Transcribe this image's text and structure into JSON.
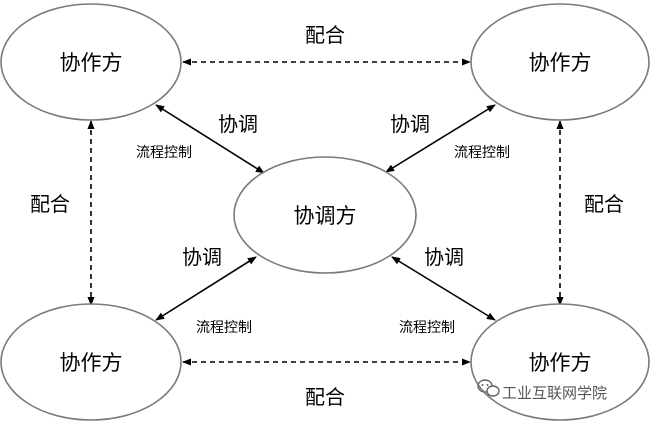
{
  "nodes": {
    "top_left": "协作方",
    "top_right": "协作方",
    "center": "协调方",
    "bottom_left": "协作方",
    "bottom_right": "协作方"
  },
  "edges": {
    "top_cooperate": "配合",
    "bottom_cooperate": "配合",
    "left_cooperate": "配合",
    "right_cooperate": "配合",
    "tl_coordinate": "协调",
    "tl_flow_control": "流程控制",
    "tr_coordinate": "协调",
    "tr_flow_control": "流程控制",
    "bl_coordinate": "协调",
    "bl_flow_control": "流程控制",
    "br_coordinate": "协调",
    "br_flow_control": "流程控制"
  },
  "watermark": {
    "text": "工业互联网学院",
    "icon": "wechat-icon"
  }
}
